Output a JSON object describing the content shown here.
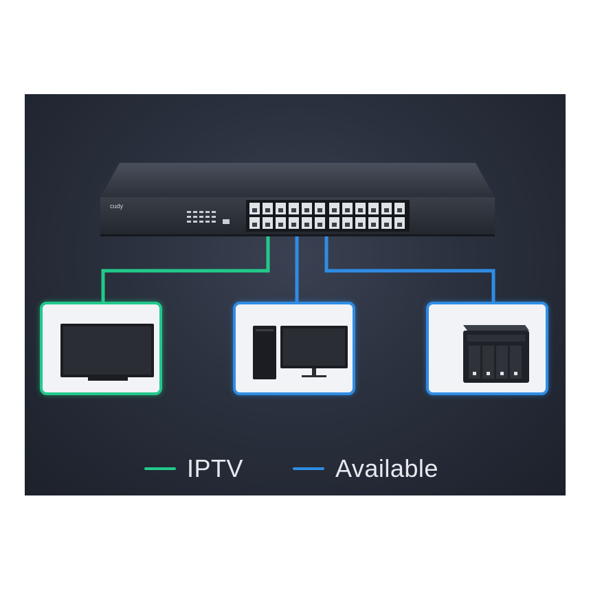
{
  "switch": {
    "brand": "cudy"
  },
  "devices": [
    {
      "kind": "tv-icon",
      "link": "IPTV"
    },
    {
      "kind": "desktop-computer-icon",
      "link": "Available"
    },
    {
      "kind": "nas-storage-icon",
      "link": "Available"
    }
  ],
  "legend": {
    "items": [
      {
        "label": "IPTV",
        "color": "#22c98a"
      },
      {
        "label": "Available",
        "color": "#2f8de4"
      }
    ]
  },
  "colors": {
    "iptv": "#22c98a",
    "available": "#2f8de4",
    "background": "#252b36"
  }
}
